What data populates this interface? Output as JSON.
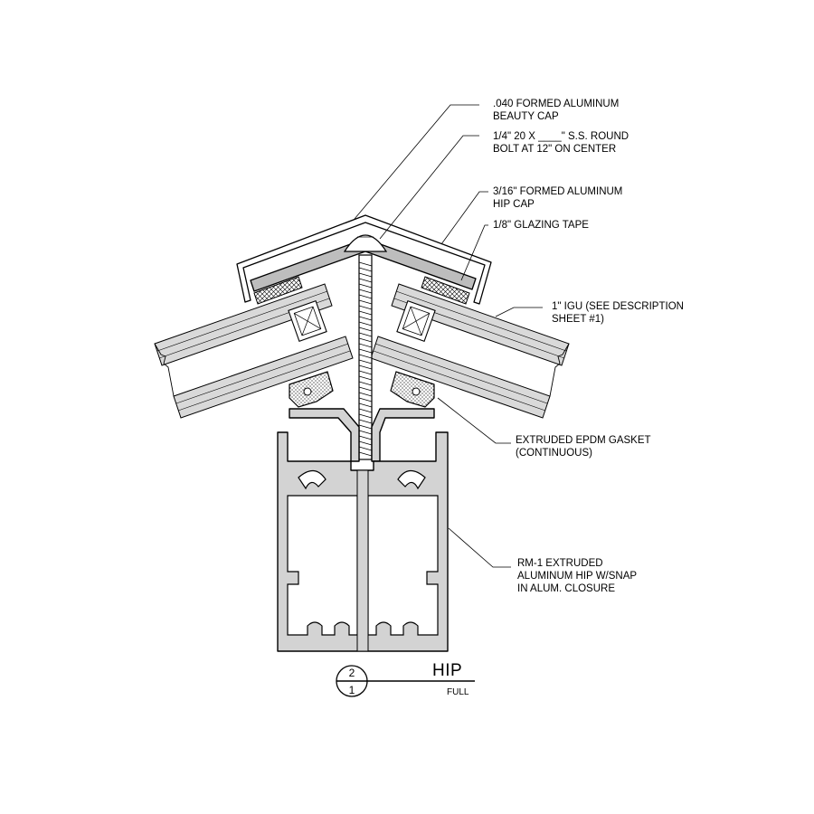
{
  "callouts": [
    {
      "id": "beauty-cap",
      "lines": [
        ".040 FORMED ALUMINUM",
        "BEAUTY CAP"
      ]
    },
    {
      "id": "bolt",
      "lines": [
        "1/4\" 20 X ____\" S.S. ROUND",
        "BOLT AT 12\" ON CENTER"
      ]
    },
    {
      "id": "hip-cap",
      "lines": [
        "3/16\" FORMED ALUMINUM",
        "HIP CAP"
      ]
    },
    {
      "id": "glazing-tape",
      "lines": [
        "1/8\" GLAZING TAPE"
      ]
    },
    {
      "id": "igu",
      "lines": [
        "1\" IGU  (SEE DESCRIPTION",
        "SHEET #1)"
      ]
    },
    {
      "id": "gasket",
      "lines": [
        "EXTRUDED EPDM GASKET",
        "(CONTINUOUS)"
      ]
    },
    {
      "id": "hip-extrusion",
      "lines": [
        "RM-1 EXTRUDED",
        "ALUMINUM HIP W/SNAP",
        "IN ALUM. CLOSURE"
      ]
    }
  ],
  "title_block": {
    "title": "HIP",
    "scale": "FULL",
    "detail_number": "2",
    "sheet_number": "1"
  }
}
